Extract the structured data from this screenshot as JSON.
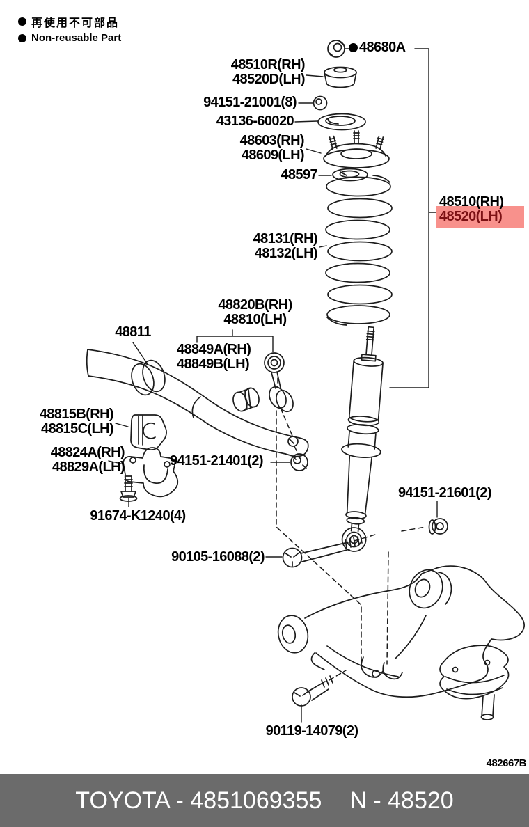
{
  "legend": {
    "jp": "再使用不可部品",
    "en": "Non-reusable Part"
  },
  "parts": {
    "nut_48680a": {
      "bullet": "●",
      "label": "48680A"
    },
    "support_cap": {
      "line1": "48510R(RH)",
      "line2": "48520D(LH)"
    },
    "nut_94151_21001": {
      "label": "94151-21001(8)"
    },
    "washer_43136": {
      "label": "43136-60020"
    },
    "support": {
      "line1": "48603(RH)",
      "line2": "48609(LH)"
    },
    "spring_seat_48597": {
      "label": "48597"
    },
    "shock_absorber": {
      "line1": "48510(RH)",
      "line2": "48520(LH)"
    },
    "coil_spring": {
      "line1": "48131(RH)",
      "line2": "48132(LH)"
    },
    "stabilizer_link": {
      "line1": "48820B(RH)",
      "line2": "48810(LH)"
    },
    "link_cushion": {
      "line1": "48849A(RH)",
      "line2": "48849B(LH)"
    },
    "stabilizer_bar": {
      "label": "48811"
    },
    "bar_bushing": {
      "line1": "48815B(RH)",
      "line2": "48815C(LH)"
    },
    "bar_bracket": {
      "line1": "48824A(RH)",
      "line2": "48829A(LH)"
    },
    "nut_94151_21401": {
      "label": "94151-21401(2)"
    },
    "bolt_91674": {
      "label": "91674-K1240(4)"
    },
    "nut_94151_21601": {
      "label": "94151-21601(2)"
    },
    "bolt_90105": {
      "label": "90105-16088(2)"
    },
    "bolt_90119": {
      "label": "90119-14079(2)"
    }
  },
  "highlight": {
    "selected_part": "48520(LH)",
    "bg": "#f8918c",
    "text_color": "#7c1114"
  },
  "drawing_ref": "482667B",
  "footer": {
    "brand_part": "TOYOTA - 4851069355",
    "ref": "N - 48520",
    "bg": "#6b6b6b",
    "text_color": "#ffffff"
  }
}
